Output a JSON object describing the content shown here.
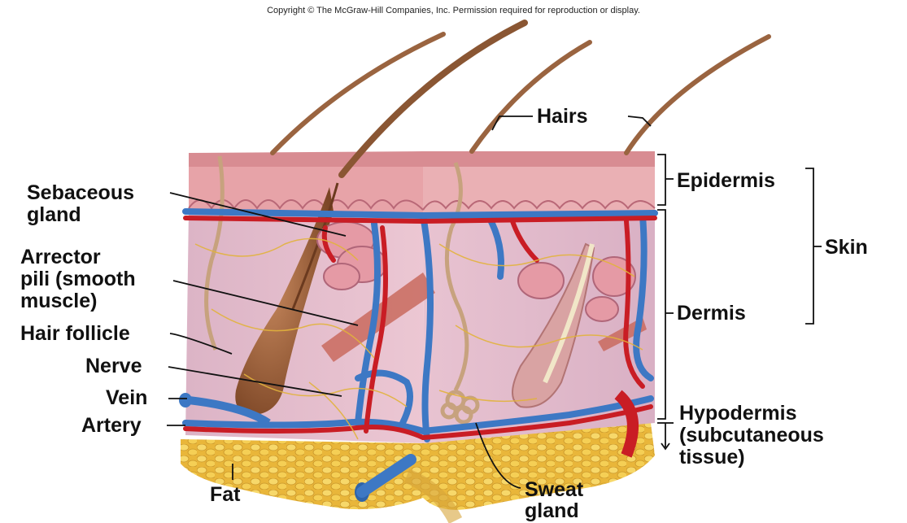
{
  "copyright": "Copyright © The McGraw-Hill Companies, Inc. Permission required for reproduction or display.",
  "labels": {
    "hairs": "Hairs",
    "epidermis": "Epidermis",
    "skin": "Skin",
    "dermis": "Dermis",
    "hypodermis_1": "Hypodermis",
    "hypodermis_2": "(subcutaneous",
    "hypodermis_3": "tissue)",
    "sebaceous_1": "Sebaceous",
    "sebaceous_2": "gland",
    "arrector_1": "Arrector",
    "arrector_2": "pili (smooth",
    "arrector_3": "muscle)",
    "hair_follicle": "Hair follicle",
    "nerve": "Nerve",
    "vein": "Vein",
    "artery": "Artery",
    "fat": "Fat",
    "sweat_1": "Sweat",
    "sweat_2": "gland"
  },
  "colors": {
    "epidermis": "#e7a3a8",
    "dermis": "#e6c1cf",
    "fat": "#f3c84a",
    "vein": "#3d78c4",
    "artery": "#c91d24",
    "hair": "#8a5633",
    "nerve": "#e2b33c"
  }
}
